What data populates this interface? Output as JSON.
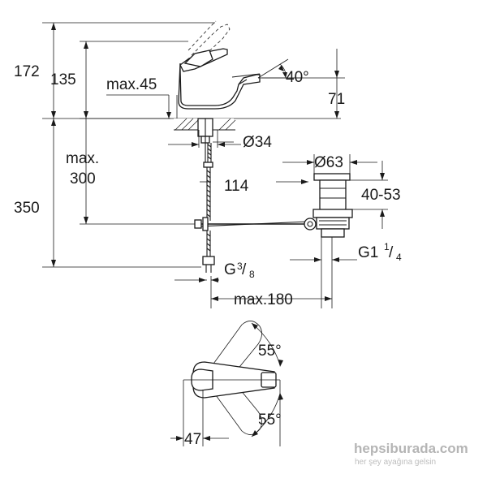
{
  "dimensions": {
    "height_total": "172",
    "height_spout": "135",
    "max_lever_travel": "max.45",
    "spray_angle": "40°",
    "spout_height_right": "71",
    "mount_hole_diameter": "Ø34",
    "waste_diameter": "Ø63",
    "max_thickness_label_1": "max.",
    "max_thickness_label_2": "300",
    "waste_offset": "114",
    "waste_range": "40-53",
    "overall_height": "350",
    "supply_thread_prefix": "G",
    "supply_thread_num": "3",
    "supply_thread_den": "8",
    "waste_thread_prefix": "G1",
    "waste_thread_num": "1",
    "waste_thread_den": "4",
    "max_distance": "max.180",
    "rotation_angle_top": "55°",
    "rotation_angle_bottom": "55°",
    "handle_offset": "47"
  },
  "watermark": {
    "brand": "hepsiburada.com",
    "slogan": "her şey ayağına gelsin"
  }
}
